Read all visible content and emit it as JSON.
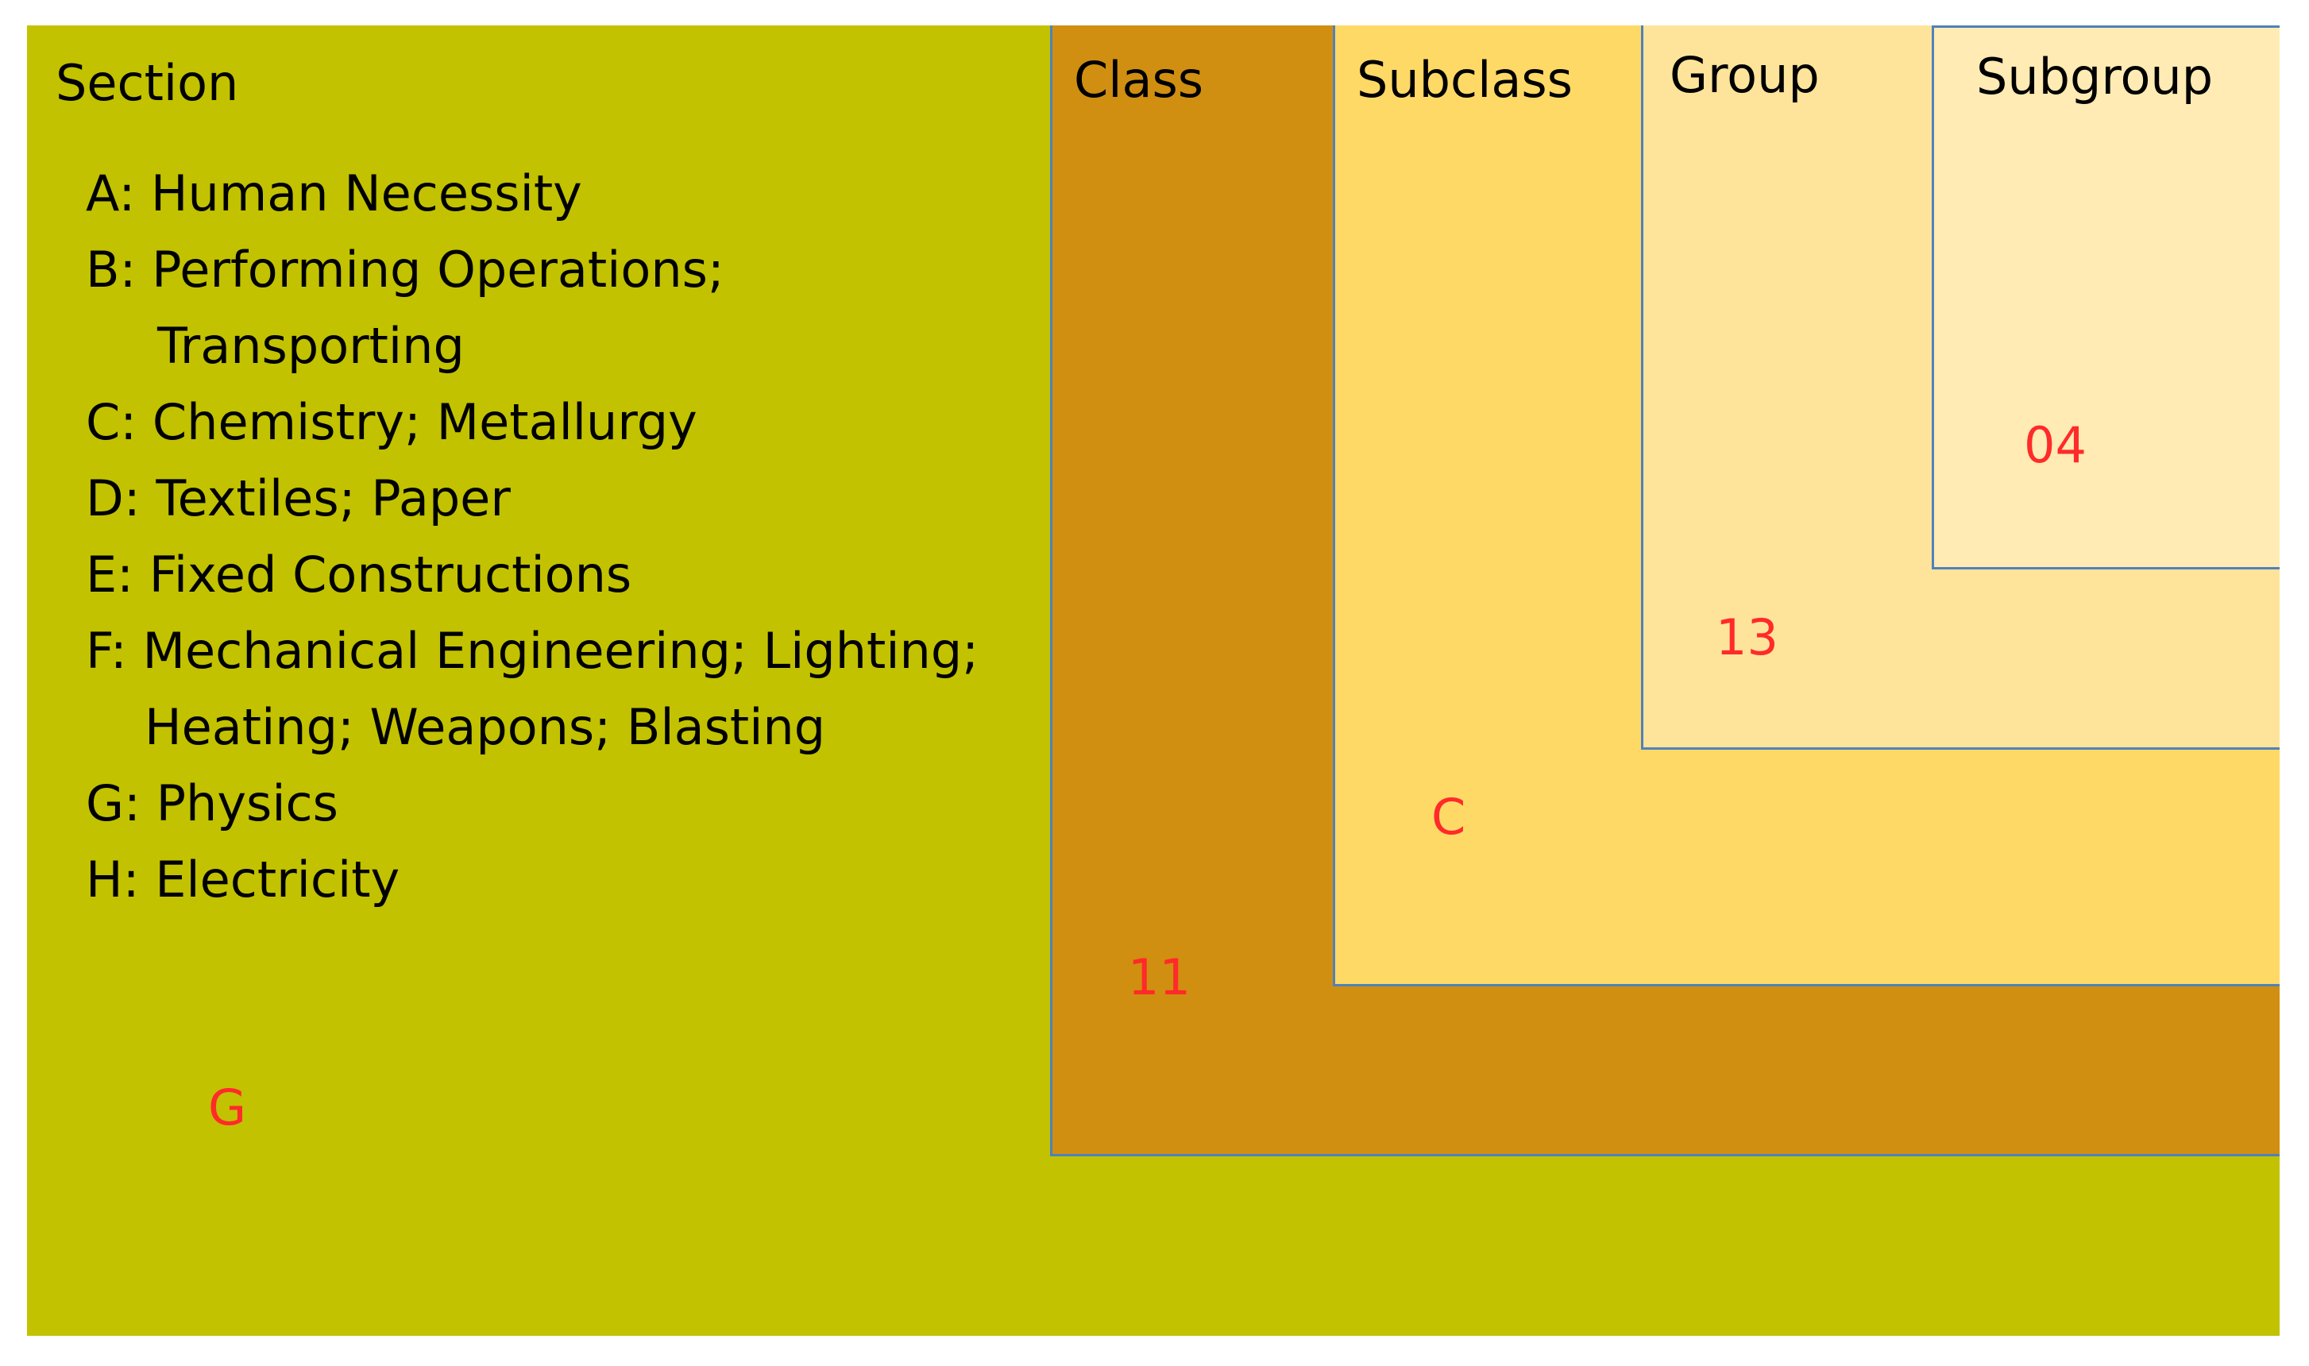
{
  "headings": {
    "section": "Section",
    "class": "Class",
    "subclass": "Subclass",
    "group": "Group",
    "subgroup": "Subgroup"
  },
  "sections": [
    {
      "line1": "A: Human Necessity"
    },
    {
      "line1": "B: Performing Operations;",
      "line2": "Transporting"
    },
    {
      "line1": "C: Chemistry; Metallurgy"
    },
    {
      "line1": "D: Textiles; Paper"
    },
    {
      "line1": "E: Fixed Constructions"
    },
    {
      "line1": "F: Mechanical Engineering; Lighting;",
      "line2": "Heating; Weapons; Blasting"
    },
    {
      "line1": "G: Physics"
    },
    {
      "line1": "H: Electricity"
    }
  ],
  "codes": {
    "section": "G",
    "class": "11",
    "subclass": "C",
    "group": "13",
    "subgroup": "04"
  },
  "colors": {
    "section": "#C2C200",
    "class": "#D08F10",
    "subclass": "#FFD966",
    "group": "#FEE49A",
    "subgroup": "#FFEBB3",
    "code_text": "#FF2A2A",
    "border": "#4F81BD"
  }
}
